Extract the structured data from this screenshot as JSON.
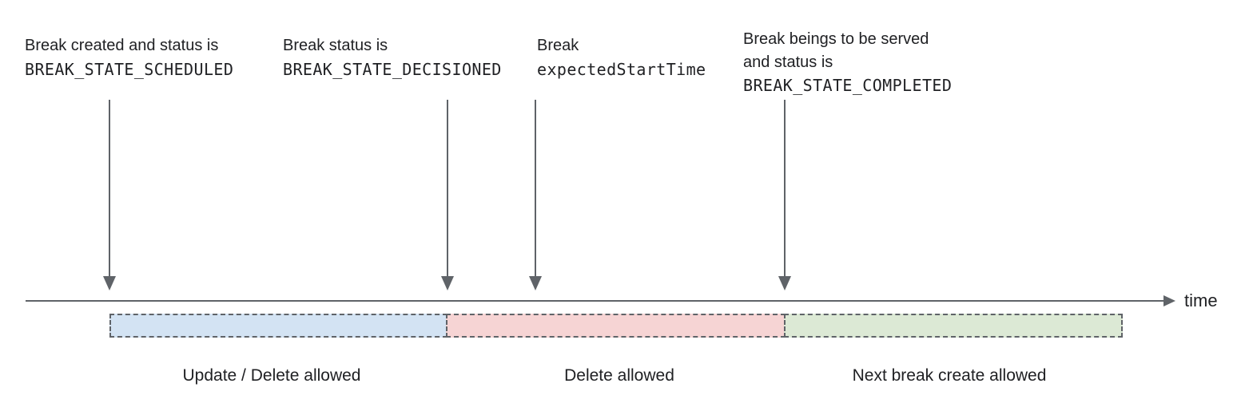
{
  "annotations": {
    "scheduled": {
      "line1": "Break created and status is",
      "code": "BREAK_STATE_SCHEDULED"
    },
    "decisioned": {
      "line1": "Break status is",
      "code": "BREAK_STATE_DECISIONED"
    },
    "expected_start": {
      "line1": "Break",
      "code": "expectedStartTime"
    },
    "completed": {
      "line1": "Break beings to be served",
      "line2": "and status is",
      "code": "BREAK_STATE_COMPLETED"
    }
  },
  "axis": {
    "label": "time"
  },
  "segments": {
    "update_delete": {
      "label": "Update / Delete allowed",
      "fill": "#d3e3f3"
    },
    "delete_only": {
      "label": "Delete allowed",
      "fill": "#f6d4d4"
    },
    "next_create": {
      "label": "Next break create allowed",
      "fill": "#dce9d5"
    }
  },
  "colors": {
    "arrow": "#5f6368",
    "dashed_border": "#5f6368",
    "text": "#202124"
  }
}
